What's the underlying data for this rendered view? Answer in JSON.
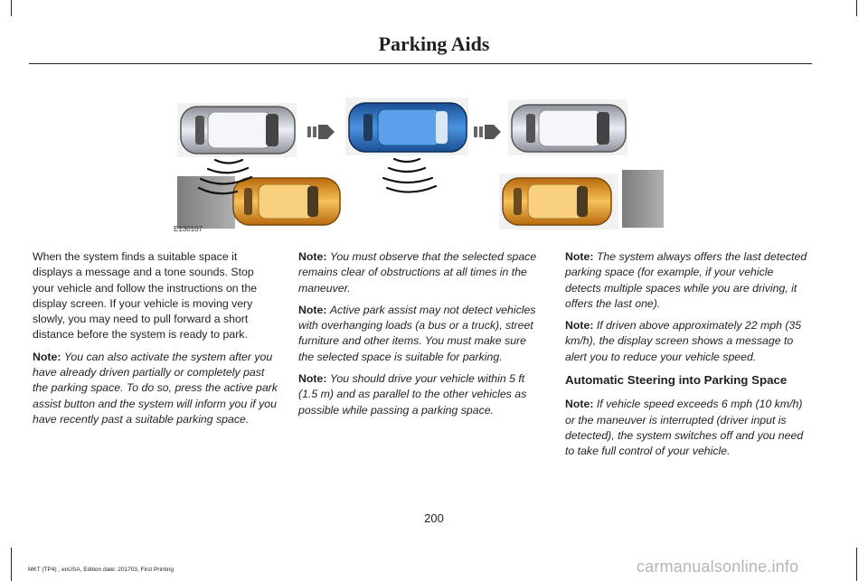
{
  "header": {
    "title": "Parking Aids"
  },
  "figure": {
    "id": "E130107",
    "colors": {
      "parked_car": "#c9cbd8",
      "blue_car": "#2a6fc0",
      "orange_car": "#e79a1f",
      "wall": "#9a9a9a",
      "arrow": "#555555"
    },
    "icons": [
      "arrow-right-icon",
      "sensor-wave-icon"
    ]
  },
  "column1": {
    "para1": "When the system finds a suitable space it displays a message and a tone sounds. Stop your vehicle and follow the instructions on the display screen. If your vehicle is moving very slowly, you may need to pull forward a short distance before the system is ready to park.",
    "note1": {
      "label": "Note:",
      "text": "You can also activate the system after you have already driven partially or completely past the parking space. To do so, press the active park assist button and the system will inform you if you have recently past a suitable parking space."
    }
  },
  "column2": {
    "note1": {
      "label": "Note:",
      "text": "You must observe that the selected space remains clear of obstructions at all times in the maneuver."
    },
    "note2": {
      "label": "Note:",
      "text": "Active park assist may not detect vehicles with overhanging loads (a bus or a truck), street furniture and other items. You must make sure the selected space is suitable for parking."
    },
    "note3": {
      "label": "Note:",
      "text": "You should drive your vehicle within 5 ft (1.5 m) and as parallel to the other vehicles as possible while passing a parking space."
    }
  },
  "column3": {
    "note1": {
      "label": "Note:",
      "text": "The system always offers the last detected parking space (for example, if your vehicle detects multiple spaces while you are driving, it offers the last one)."
    },
    "note2": {
      "label": "Note:",
      "text": "If driven above approximately 22 mph (35 km/h), the display screen shows a message to alert you to reduce your vehicle speed."
    },
    "heading": "Automatic Steering into Parking Space",
    "note3": {
      "label": "Note:",
      "text": "If vehicle speed exceeds 6 mph (10 km/h) or the maneuver is interrupted (driver input is detected), the system switches off and you need to take full control of your vehicle."
    }
  },
  "page_number": "200",
  "footer": "MKT (TP4) , enUSA, Edition date: 201703, First Printing",
  "watermark": "carmanualsonline.info"
}
